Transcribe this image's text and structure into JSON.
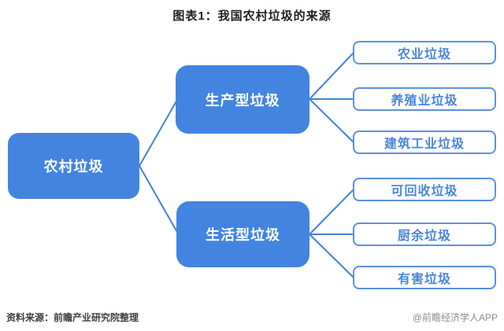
{
  "title": "图表1：我国农村垃圾的来源",
  "diagram": {
    "root": {
      "label": "农村垃圾"
    },
    "branches": [
      {
        "label": "生产型垃圾",
        "children": [
          "农业垃圾",
          "养殖业垃圾",
          "建筑工业垃圾"
        ]
      },
      {
        "label": "生活型垃圾",
        "children": [
          "可回收垃圾",
          "厨余垃圾",
          "有害垃圾"
        ]
      }
    ]
  },
  "footer": {
    "source": "资料来源：前瞻产业研究院整理",
    "watermark": "@前瞻经济学人APP"
  },
  "colors": {
    "node_fill": "#4384e0",
    "node_text": "#ffffff",
    "leaf_border": "#5b90e2",
    "leaf_text": "#4a86de",
    "connector_line": "#4182dd",
    "title_text": "#1f1f1f",
    "source_text": "#3f3f3f",
    "watermark_text": "#8c8c8c"
  }
}
